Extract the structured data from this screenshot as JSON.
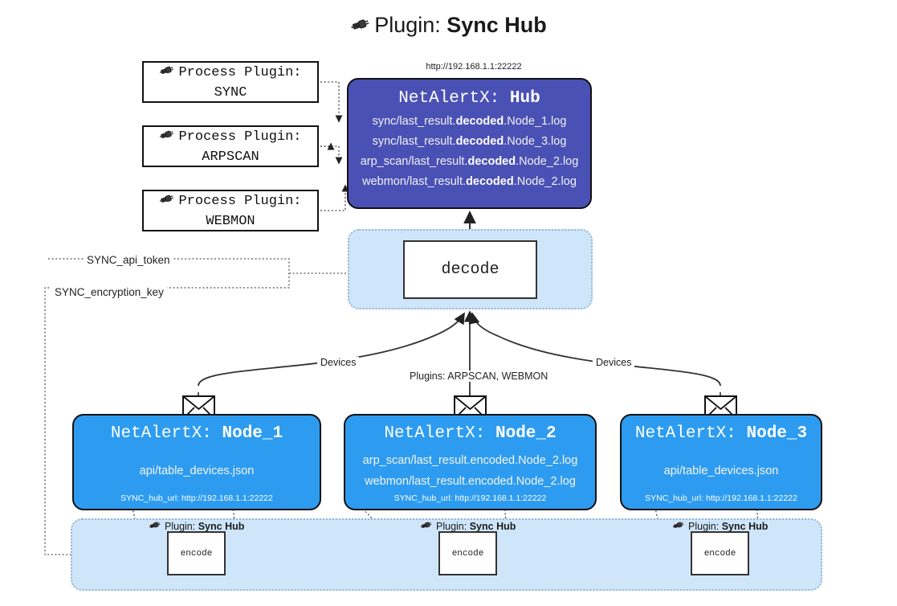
{
  "title": {
    "icon": "plug-icon",
    "label": "Plugin:",
    "name": "Sync Hub"
  },
  "hub": {
    "url": "http://192.168.1.1:22222",
    "title_prefix": "NetAlertX:",
    "title_name": "Hub",
    "logs": [
      {
        "pre": "sync/last_result.",
        "mid": "decoded",
        "post": ".Node_1.log"
      },
      {
        "pre": "sync/last_result.",
        "mid": "decoded",
        "post": ".Node_3.log"
      },
      {
        "pre": "arp_scan/last_result.",
        "mid": "decoded",
        "post": ".Node_2.log"
      },
      {
        "pre": "webmon/last_result.",
        "mid": "decoded",
        "post": ".Node_2.log"
      }
    ]
  },
  "process_plugins": [
    {
      "icon": "plug-icon",
      "label": "Process Plugin:",
      "name": "SYNC"
    },
    {
      "icon": "plug-icon",
      "label": "Process Plugin:",
      "name": "ARPSCAN"
    },
    {
      "icon": "plug-icon",
      "label": "Process Plugin:",
      "name": "WEBMON"
    }
  ],
  "decode": {
    "label": "decode"
  },
  "keys": [
    {
      "label": "SYNC_api_token"
    },
    {
      "label": "SYNC_encryption_key"
    }
  ],
  "edge_labels": {
    "devices_left": "Devices",
    "devices_right": "Devices",
    "plugins_center": "Plugins: ARPSCAN, WEBMON"
  },
  "nodes": [
    {
      "title_prefix": "NetAlertX:",
      "title_name": "Node_1",
      "logs": [
        "api/table_devices.json"
      ],
      "hub_url_key": "SYNC_hub_url:",
      "hub_url": "http://192.168.1.1:22222",
      "envelope_icon": "envelope-icon"
    },
    {
      "title_prefix": "NetAlertX:",
      "title_name": "Node_2",
      "logs": [
        "arp_scan/last_result.encoded.Node_2.log",
        "webmon/last_result.encoded.Node_2.log"
      ],
      "hub_url_key": "SYNC_hub_url:",
      "hub_url": "http://192.168.1.1:22222",
      "envelope_icon": "envelope-icon"
    },
    {
      "title_prefix": "NetAlertX:",
      "title_name": "Node_3",
      "logs": [
        "api/table_devices.json"
      ],
      "hub_url_key": "SYNC_hub_url:",
      "hub_url": "http://192.168.1.1:22222",
      "envelope_icon": "envelope-icon"
    }
  ],
  "encode_blocks": [
    {
      "icon": "plug-icon",
      "label": "Plugin:",
      "name": "Sync Hub",
      "box_label": "encode"
    },
    {
      "icon": "plug-icon",
      "label": "Plugin:",
      "name": "Sync Hub",
      "box_label": "encode"
    },
    {
      "icon": "plug-icon",
      "label": "Plugin:",
      "name": "Sync Hub",
      "box_label": "encode"
    }
  ],
  "colors": {
    "hub_fill": "#4a51b5",
    "node_fill": "#2d9cf0",
    "container_fill": "#cfe6fa",
    "stroke": "#111111",
    "background": "#ffffff"
  }
}
